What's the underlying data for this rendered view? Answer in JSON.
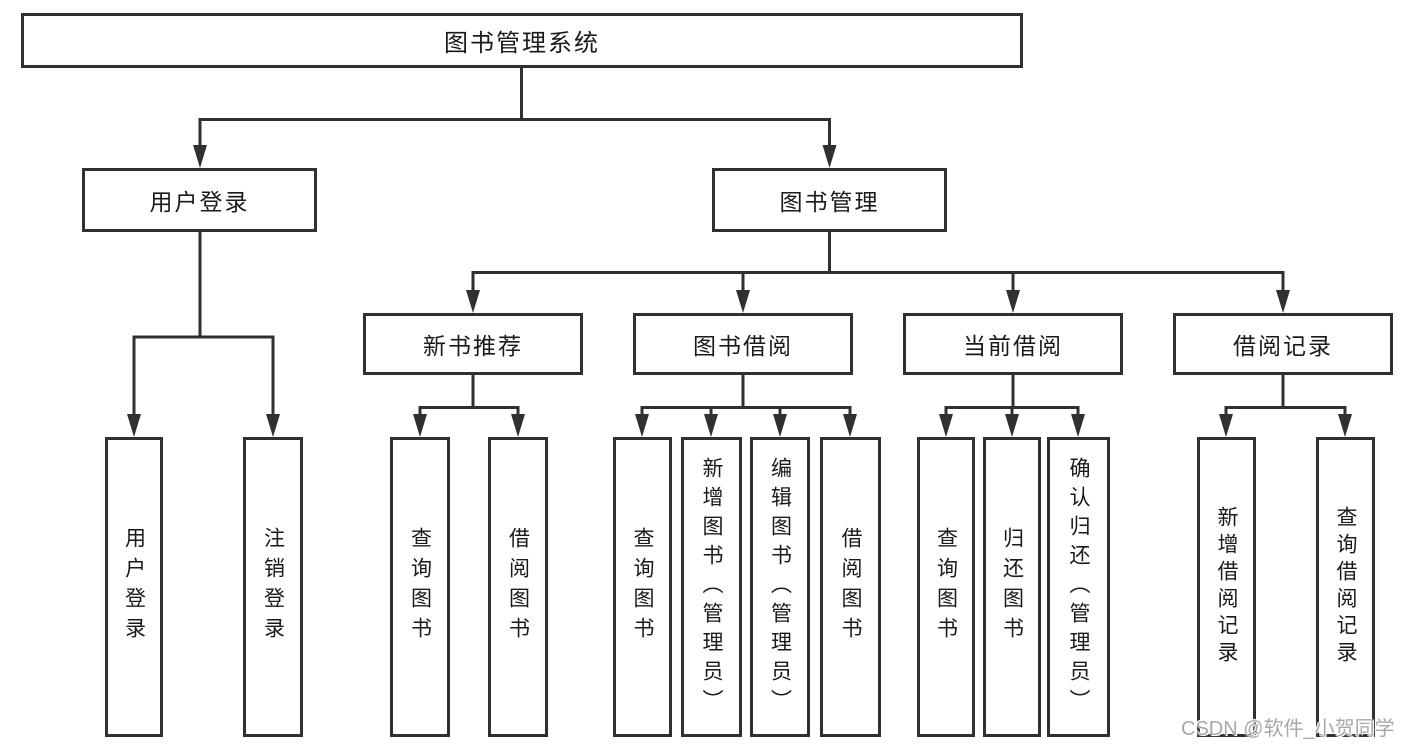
{
  "diagram_title": "图书管理系统",
  "nodes": {
    "root": "图书管理系统",
    "user_login_group": "用户登录",
    "book_mgmt_group": "图书管理",
    "new_book_rec": "新书推荐",
    "book_borrow": "图书借阅",
    "current_borrow": "当前借阅",
    "borrow_record": "借阅记录",
    "leaf_user_login": "用户登录",
    "leaf_logout": "注销登录",
    "leaf_query_books_a": "查询图书",
    "leaf_borrow_books_a": "借阅图书",
    "leaf_query_books_b": "查询图书",
    "leaf_add_books": "新增图书（管理员）",
    "leaf_edit_books": "编辑图书（管理员）",
    "leaf_borrow_books_b": "借阅图书",
    "leaf_query_books_c": "查询图书",
    "leaf_return_books": "归还图书",
    "leaf_confirm_return": "确认归还（管理员）",
    "leaf_add_record": "新增借阅记录",
    "leaf_query_record": "查询借阅记录"
  },
  "hierarchy": {
    "图书管理系统": {
      "用户登录": [
        "用户登录",
        "注销登录"
      ],
      "图书管理": {
        "新书推荐": [
          "查询图书",
          "借阅图书"
        ],
        "图书借阅": [
          "查询图书",
          "新增图书（管理员）",
          "编辑图书（管理员）",
          "借阅图书"
        ],
        "当前借阅": [
          "查询图书",
          "归还图书",
          "确认归还（管理员）"
        ],
        "借阅记录": [
          "新增借阅记录",
          "查询借阅记录"
        ]
      }
    }
  },
  "watermark": "CSDN @软件_小贺同学",
  "colors": {
    "line": "#303030",
    "box_border": "#303030",
    "text": "#1a1a1a",
    "watermark": "#a8a8a8",
    "background": "#ffffff"
  }
}
